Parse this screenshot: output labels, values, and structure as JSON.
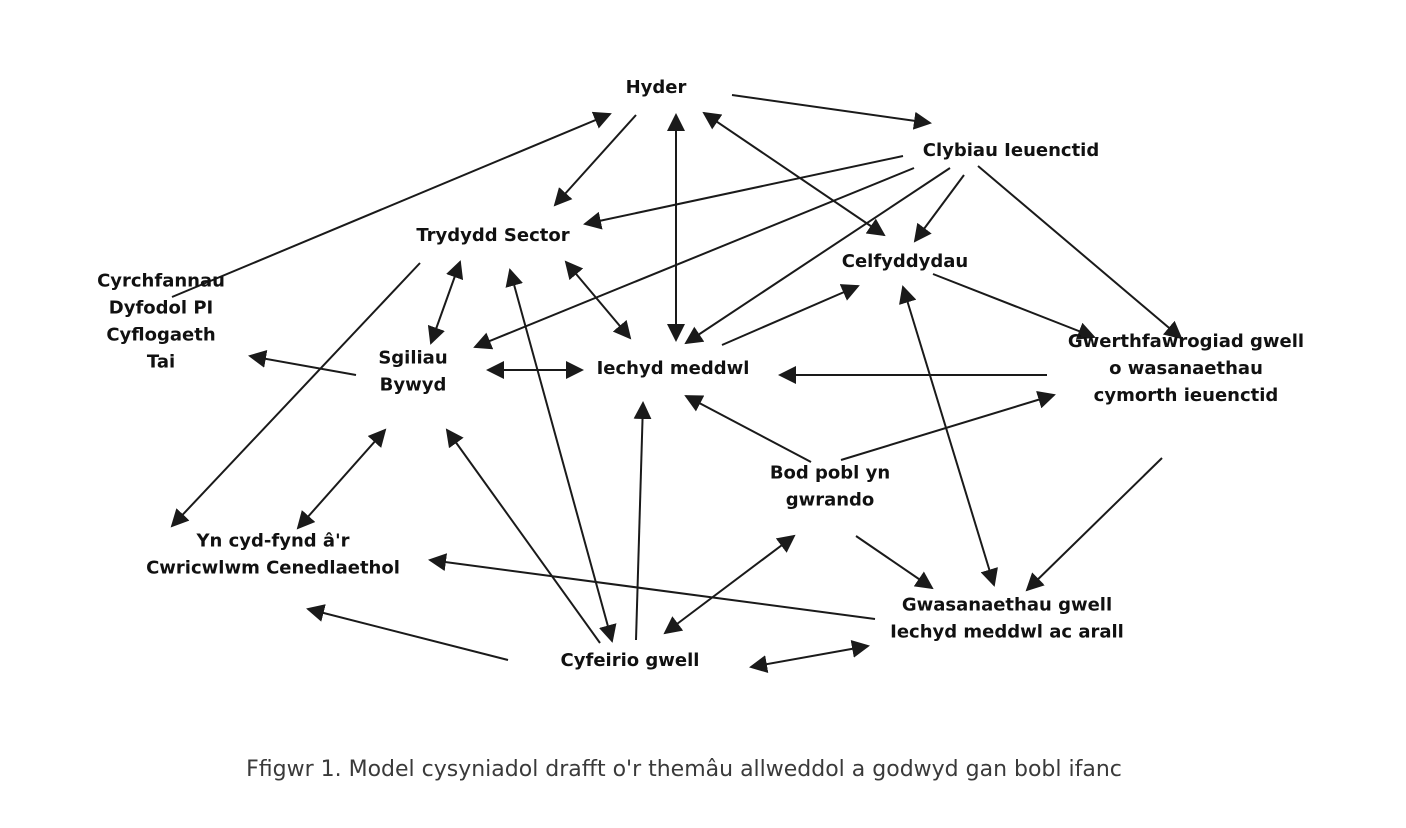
{
  "diagram": {
    "nodes": [
      {
        "id": "hyder",
        "lines": [
          "Hyder"
        ]
      },
      {
        "id": "clybiau",
        "lines": [
          "Clybiau Ieuenctid"
        ]
      },
      {
        "id": "trydydd",
        "lines": [
          "Trydydd Sector"
        ]
      },
      {
        "id": "celfyddydau",
        "lines": [
          "Celfyddydau"
        ]
      },
      {
        "id": "cyrchfannau",
        "lines": [
          "Cyrchfannau",
          "Dyfodol PI",
          "Cyflogaeth",
          "Tai"
        ]
      },
      {
        "id": "sgiliau",
        "lines": [
          "Sgiliau",
          "Bywyd"
        ]
      },
      {
        "id": "iechyd",
        "lines": [
          "Iechyd meddwl"
        ]
      },
      {
        "id": "gwerthfawrogiad",
        "lines": [
          "Gwerthfawrogiad gwell",
          "o wasanaethau",
          "cymorth ieuenctid"
        ]
      },
      {
        "id": "bod",
        "lines": [
          "Bod pobl yn",
          "gwrando"
        ]
      },
      {
        "id": "yncyd",
        "lines": [
          "Yn cyd-fynd â'r",
          "Cwricwlwm Cenedlaethol"
        ]
      },
      {
        "id": "gwasanaethau",
        "lines": [
          "Gwasanaethau gwell",
          "Iechyd meddwl ac arall"
        ]
      },
      {
        "id": "cyfeirio",
        "lines": [
          "Cyfeirio gwell"
        ]
      }
    ],
    "edges": [
      {
        "from": "hyder",
        "to": "clybiau",
        "arrow": "end"
      },
      {
        "from": "hyder",
        "to": "trydydd",
        "arrow": "end"
      },
      {
        "from": "hyder",
        "to": "iechyd",
        "arrow": "both"
      },
      {
        "from": "celfyddydau",
        "to": "hyder",
        "arrow": "both"
      },
      {
        "from": "cyrchfannau",
        "to": "hyder",
        "arrow": "end"
      },
      {
        "from": "clybiau",
        "to": "trydydd",
        "arrow": "end"
      },
      {
        "from": "clybiau",
        "to": "sgiliau",
        "arrow": "end"
      },
      {
        "from": "clybiau",
        "to": "iechyd",
        "arrow": "end"
      },
      {
        "from": "clybiau",
        "to": "celfyddydau",
        "arrow": "end"
      },
      {
        "from": "clybiau",
        "to": "gwerthfawrogiad",
        "arrow": "end"
      },
      {
        "from": "trydydd",
        "to": "sgiliau",
        "arrow": "both"
      },
      {
        "from": "trydydd",
        "to": "iechyd",
        "arrow": "both"
      },
      {
        "from": "trydydd",
        "to": "yncyd",
        "arrow": "end"
      },
      {
        "from": "trydydd",
        "to": "cyfeirio",
        "arrow": "both"
      },
      {
        "from": "iechyd",
        "to": "celfyddydau",
        "arrow": "end"
      },
      {
        "from": "celfyddydau",
        "to": "gwerthfawrogiad",
        "arrow": "end"
      },
      {
        "from": "celfyddydau",
        "to": "gwasanaethau",
        "arrow": "both"
      },
      {
        "from": "sgiliau",
        "to": "cyrchfannau",
        "arrow": "end"
      },
      {
        "from": "sgiliau",
        "to": "iechyd",
        "arrow": "both"
      },
      {
        "from": "sgiliau",
        "to": "yncyd",
        "arrow": "both"
      },
      {
        "from": "cyfeirio",
        "to": "sgiliau",
        "arrow": "end"
      },
      {
        "from": "gwerthfawrogiad",
        "to": "iechyd",
        "arrow": "end"
      },
      {
        "from": "gwerthfawrogiad",
        "to": "gwasanaethau",
        "arrow": "end"
      },
      {
        "from": "bod",
        "to": "iechyd",
        "arrow": "end"
      },
      {
        "from": "bod",
        "to": "gwerthfawrogiad",
        "arrow": "end"
      },
      {
        "from": "bod",
        "to": "gwasanaethau",
        "arrow": "end"
      },
      {
        "from": "bod",
        "to": "cyfeirio",
        "arrow": "both"
      },
      {
        "from": "cyfeirio",
        "to": "iechyd",
        "arrow": "end"
      },
      {
        "from": "cyfeirio",
        "to": "yncyd",
        "arrow": "end"
      },
      {
        "from": "cyfeirio",
        "to": "gwasanaethau",
        "arrow": "both"
      },
      {
        "from": "gwasanaethau",
        "to": "yncyd",
        "arrow": "end"
      }
    ]
  },
  "caption": "Ffigwr 1. Model cysyniadol drafft o'r themâu allweddol a godwyd gan bobl ifanc"
}
